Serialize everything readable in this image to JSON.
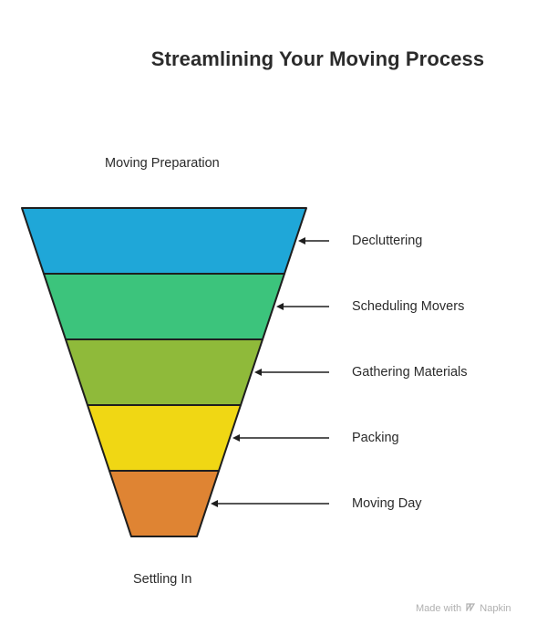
{
  "title": "Streamlining Your Moving Process",
  "funnel": {
    "top_label": "Moving Preparation",
    "bottom_label": "Settling In",
    "stages": [
      {
        "label": "Decluttering",
        "color": "#1fa7d8"
      },
      {
        "label": "Scheduling Movers",
        "color": "#3cc47c"
      },
      {
        "label": "Gathering Materials",
        "color": "#8fba3a"
      },
      {
        "label": "Packing",
        "color": "#f0d714"
      },
      {
        "label": "Moving Day",
        "color": "#df8433"
      }
    ]
  },
  "watermark": {
    "prefix": "Made with",
    "brand": "Napkin"
  }
}
